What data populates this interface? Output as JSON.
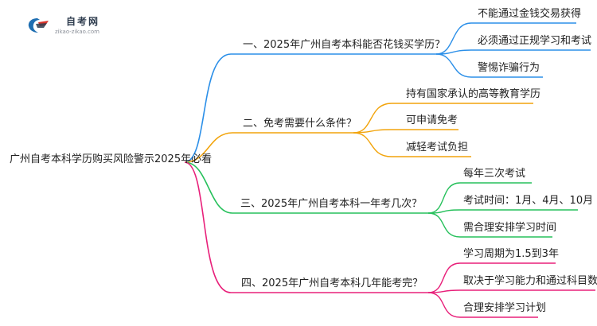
{
  "logo": {
    "title": "自考网",
    "subtitle": "zikao-zikao.com",
    "icon": "graduation-cap-icon",
    "colors": [
      "#1f6fb2",
      "#d9342b"
    ]
  },
  "root": {
    "label": "广州自考本科学历购买风险警示2025年必看"
  },
  "branches": [
    {
      "label": "一、2025年广州自考本科能否花钱买学历？",
      "color": "#2b8fe8",
      "leaves": [
        "不能通过金钱交易获得",
        "必须通过正规学习和考试",
        "警惕诈骗行为"
      ]
    },
    {
      "label": "二、免考需要什么条件？",
      "color": "#f2a40c",
      "leaves": [
        "持有国家承认的高等教育学历",
        "可申请免考",
        "减轻考试负担"
      ]
    },
    {
      "label": "三、2025年广州自考本科一年考几次？",
      "color": "#26c05b",
      "leaves": [
        "每年三次考试",
        "考试时间：1月、4月、10月",
        "需合理安排学习时间"
      ]
    },
    {
      "label": "四、2025年广州自考本科几年能考完？",
      "color": "#e8207a",
      "leaves": [
        "学习周期为1.5到3年",
        "取决于学习能力和通过科目数量",
        "合理安排学习计划"
      ]
    }
  ]
}
